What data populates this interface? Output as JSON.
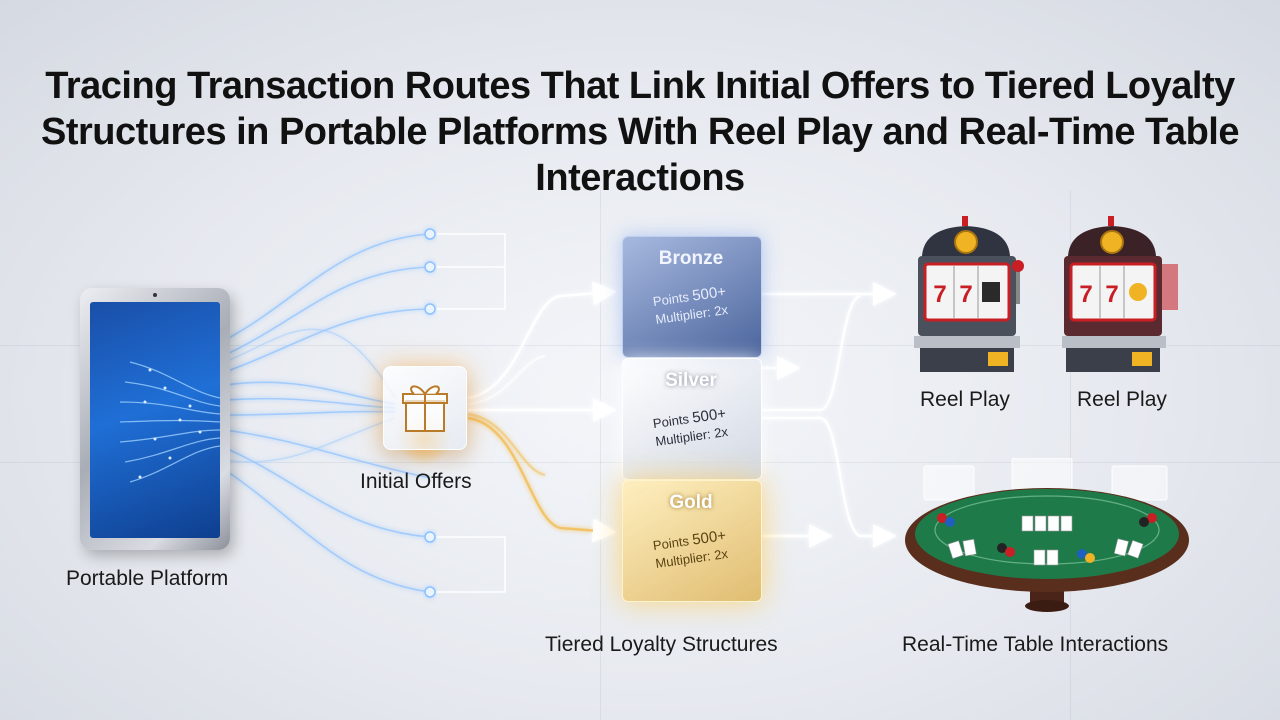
{
  "title": "Tracing Transaction Routes That Link Initial Offers to Tiered Loyalty Structures in Portable Platforms With Reel Play and Real-Time Table Interactions",
  "nodes": {
    "portable_platform": "Portable Platform",
    "initial_offers": "Initial Offers",
    "tiers_caption": "Tiered Loyalty Structures",
    "reel_play_1": "Reel Play",
    "reel_play_2": "Reel Play",
    "table_caption": "Real-Time Table Interactions"
  },
  "tiers": [
    {
      "name": "Bronze",
      "points_label": "Points",
      "points_value": "500+",
      "multiplier_label": "Multiplier:",
      "multiplier_value": "2x"
    },
    {
      "name": "Silver",
      "points_label": "Points",
      "points_value": "500+",
      "multiplier_label": "Multiplier:",
      "multiplier_value": "2x"
    },
    {
      "name": "Gold",
      "points_label": "Points",
      "points_value": "500+",
      "multiplier_label": "Multiplier:",
      "multiplier_value": "2x"
    }
  ],
  "colors": {
    "flow_blue": "#7fb7ff",
    "flow_gold": "#f2c46a",
    "arrow_white": "#ffffff",
    "tablet_screen": "#1f6fd6",
    "table_felt": "#1f7a4a",
    "table_rim": "#5a2e1c",
    "slot_red": "#c81e24"
  },
  "icons": {
    "offer": "gift-icon",
    "device": "tablet-icon",
    "reel": "slot-machine-icon",
    "table": "card-table-icon"
  }
}
